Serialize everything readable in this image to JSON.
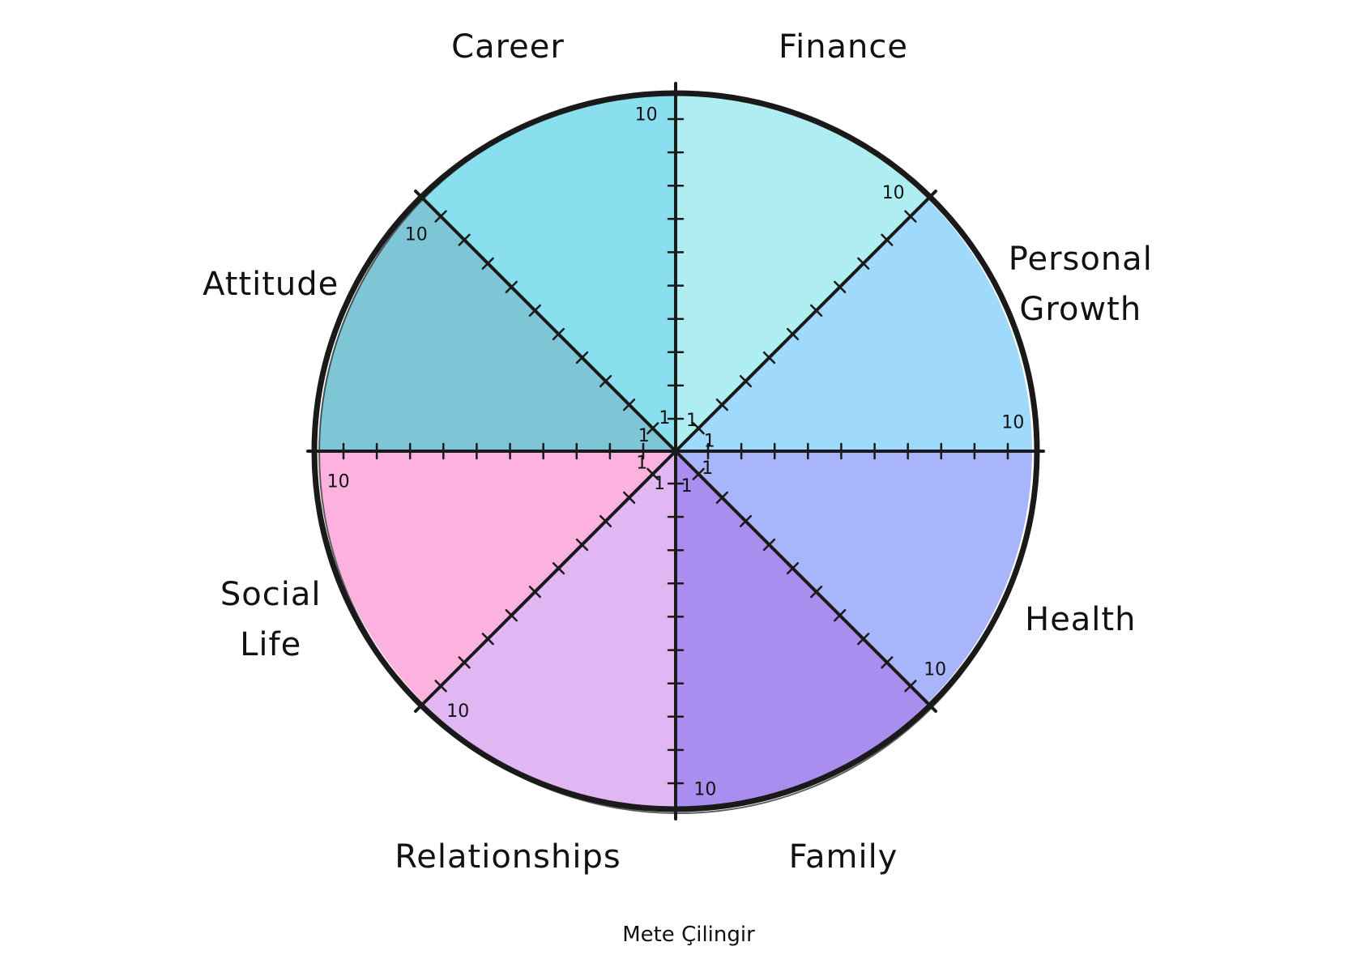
{
  "diagram": {
    "segments": [
      {
        "name": "Finance",
        "lines": [
          "Finance"
        ],
        "color": "#aeeef3"
      },
      {
        "name": "Personal Growth",
        "lines": [
          "Personal",
          "Growth"
        ],
        "color": "#9fd9fb"
      },
      {
        "name": "Health",
        "lines": [
          "Health"
        ],
        "color": "#a9b5fa"
      },
      {
        "name": "Family",
        "lines": [
          "Family"
        ],
        "color": "#a98ef0"
      },
      {
        "name": "Relationships",
        "lines": [
          "Relationships"
        ],
        "color": "#e0b6f3"
      },
      {
        "name": "Social Life",
        "lines": [
          "Social",
          "Life"
        ],
        "color": "#fdb1de"
      },
      {
        "name": "Attitude",
        "lines": [
          "Attitude"
        ],
        "color": "#7ec6d6"
      },
      {
        "name": "Career",
        "lines": [
          "Career"
        ],
        "color": "#89dfee"
      }
    ],
    "scale": {
      "min": 1,
      "max": 10
    },
    "min_label": "1",
    "max_label": "10",
    "author": "Mete Çilingir",
    "colors": {
      "stroke": "#1a1a1a",
      "background": "#ffffff"
    }
  }
}
